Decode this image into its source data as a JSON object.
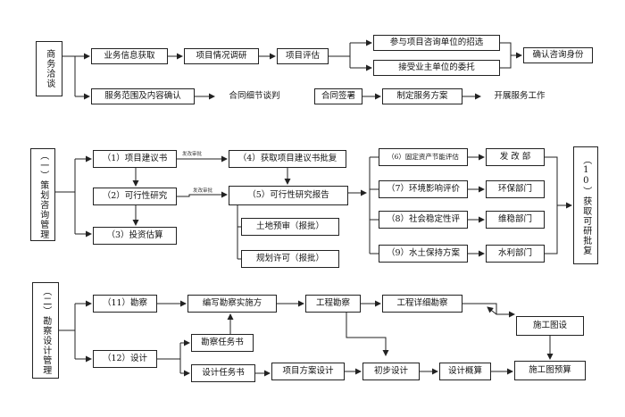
{
  "sections": {
    "business": {
      "title": "商务洽谈",
      "row1": [
        "业务信息获取",
        "项目情况调研",
        "项目评估"
      ],
      "options": [
        "参与项目咨询单位的招选",
        "接受业主单位的委托"
      ],
      "confirm": "确认咨询身份",
      "row2": [
        "服务范围及内容确认",
        "合同细节谈判",
        "合同签署",
        "制定服务方案",
        "开展服务工作"
      ]
    },
    "planning": {
      "title": "（一）策划咨询管理",
      "left": [
        "（1）项目建议书",
        "（2）可行性研究",
        "（3）投资估算"
      ],
      "edge_labels": [
        "发改审批",
        "发改审批"
      ],
      "middle": [
        "（4）获取项目建议书批复",
        "（5）可行性研究报告",
        "土地预审（报批）",
        "规划许可（报批）"
      ],
      "assessments": [
        "（6）固定资产节能评估",
        "（7）环境影响评价",
        "（8）社会稳定性评",
        "（9）水土保持方案"
      ],
      "departments": [
        "发 改 部",
        "环保部门",
        "维稳部门",
        "水利部门"
      ],
      "result": "（10）获取可研批复"
    },
    "survey_design": {
      "title": "（二）勘察设计管理",
      "survey": "（11）勘察",
      "design": "（12）设计",
      "survey_plan": "编写勘察实施方",
      "survey_task": "勘察任务书",
      "eng_survey": "工程勘察",
      "detail_survey": "工程详细勘察",
      "construction_drawing": "施工图设",
      "design_task": "设计任务书",
      "scheme": "项目方案设计",
      "prelim": "初步设计",
      "rough_budget": "设计概算",
      "drawing_budget": "施工图预算"
    }
  }
}
